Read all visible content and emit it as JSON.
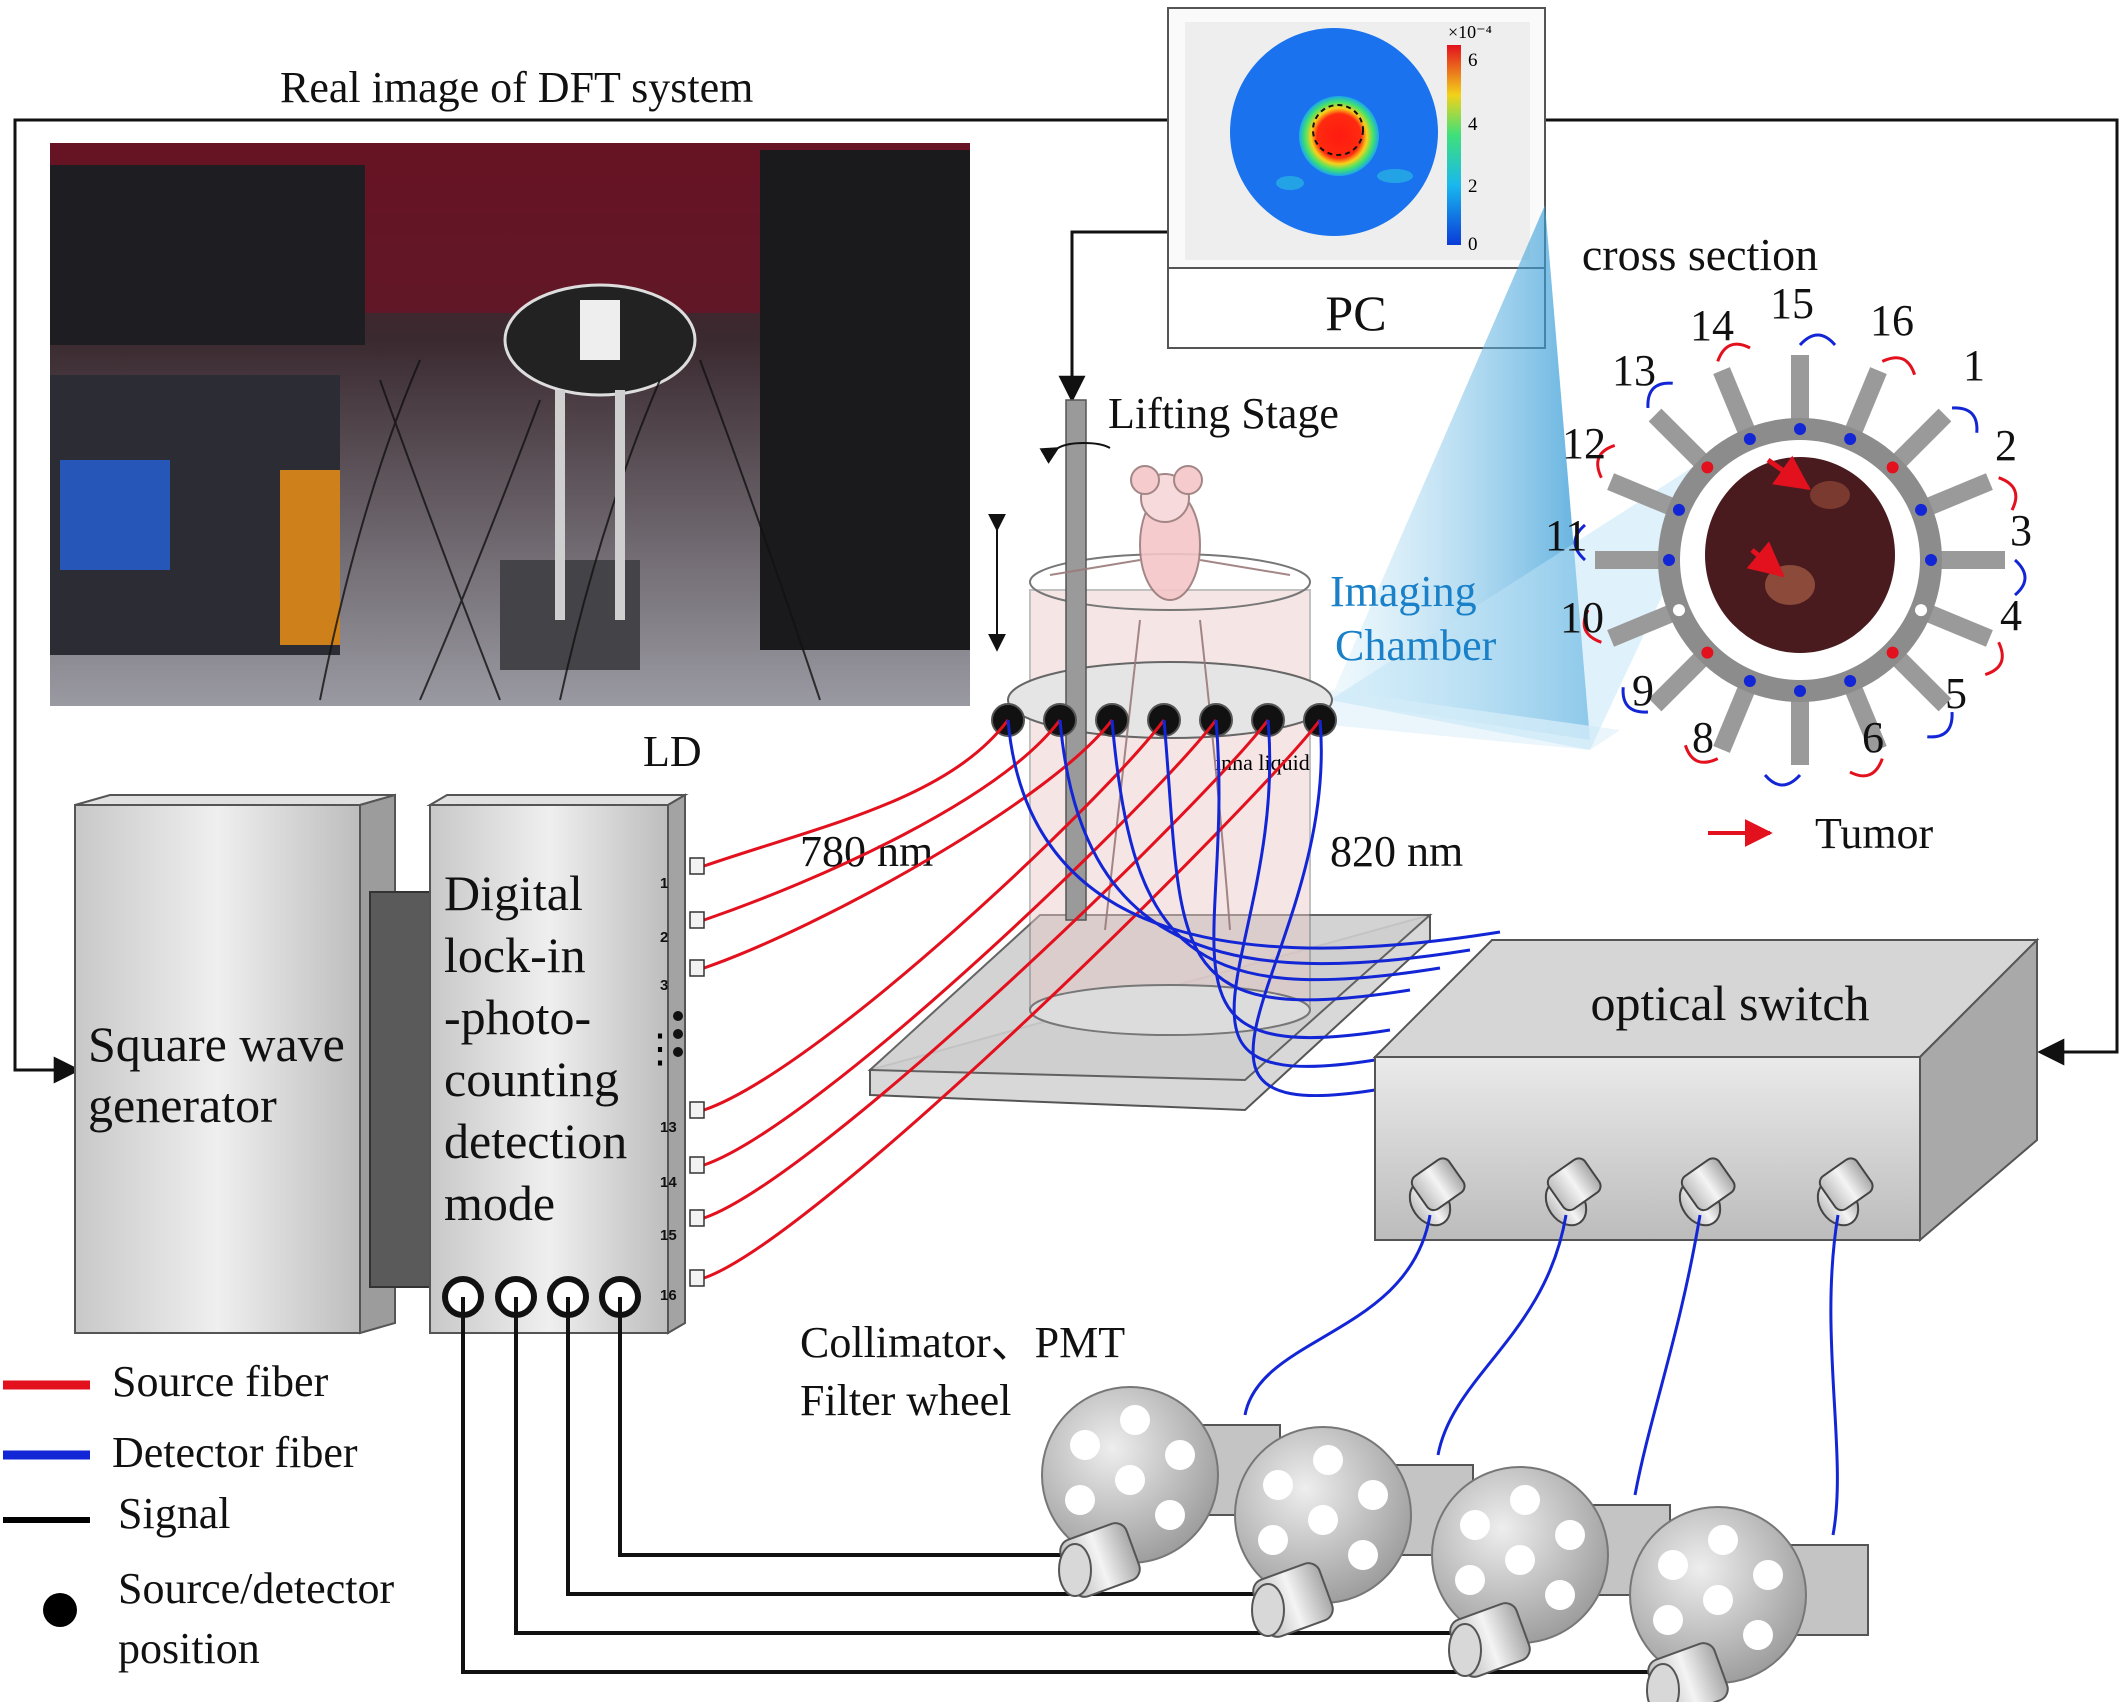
{
  "labels": {
    "real_image_title": "Real image of DFT system",
    "pc": "PC",
    "cross_section": "cross section",
    "lifting_stage": "Lifting Stage",
    "imaging_chamber_1": "Imaging",
    "imaging_chamber_2": "Chamber",
    "inna_liquid": "inna liquid",
    "ld": "LD",
    "wl_780": "780 nm",
    "wl_820": "820 nm",
    "tumor": "Tumor",
    "optical_switch": "optical switch",
    "square_wave_1": "Square wave",
    "square_wave_2": "generator",
    "lockin_lines": [
      "Digital",
      "lock-in",
      "-photo-",
      "counting",
      "detection",
      "mode"
    ],
    "collimator_1": "Collimator、PMT",
    "collimator_2": "Filter wheel"
  },
  "ports": [
    "1",
    "2",
    "3",
    "13",
    "14",
    "15",
    "16"
  ],
  "cross_section_numbers": [
    "1",
    "2",
    "3",
    "4",
    "5",
    "6",
    "8",
    "9",
    "10",
    "11",
    "12",
    "13",
    "14",
    "15",
    "16"
  ],
  "colorbar": {
    "exponent": "×10⁻⁴",
    "ticks": [
      "6",
      "4",
      "2",
      "0"
    ]
  },
  "legend": [
    {
      "label": "Source fiber",
      "kind": "line",
      "color": "#e3101e"
    },
    {
      "label": "Detector fiber",
      "kind": "line",
      "color": "#1326d6"
    },
    {
      "label": "Signal",
      "kind": "line",
      "color": "#000000"
    },
    {
      "label": "Source/detector",
      "label2": "position",
      "kind": "dot",
      "color": "#000000"
    }
  ],
  "colors": {
    "source": "#e3101e",
    "detector": "#1326d6",
    "signal": "#000000",
    "box": "#d4d4d4"
  }
}
